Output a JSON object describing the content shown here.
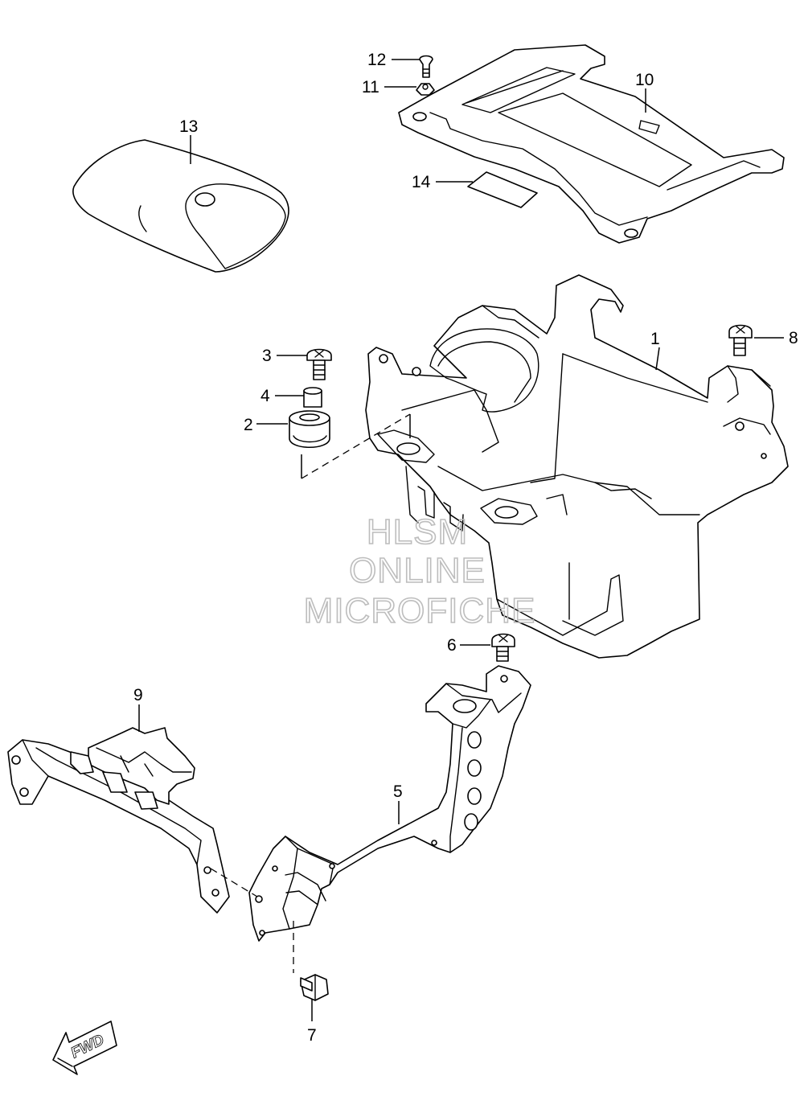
{
  "callouts": [
    {
      "id": "p1",
      "label": "1"
    },
    {
      "id": "p2",
      "label": "2"
    },
    {
      "id": "p3",
      "label": "3"
    },
    {
      "id": "p4",
      "label": "4"
    },
    {
      "id": "p5",
      "label": "5"
    },
    {
      "id": "p6",
      "label": "6"
    },
    {
      "id": "p7",
      "label": "7"
    },
    {
      "id": "p8",
      "label": "8"
    },
    {
      "id": "p9",
      "label": "9"
    },
    {
      "id": "p10",
      "label": "10"
    },
    {
      "id": "p11",
      "label": "11"
    },
    {
      "id": "p12",
      "label": "12"
    },
    {
      "id": "p13",
      "label": "13"
    },
    {
      "id": "p14",
      "label": "14"
    }
  ],
  "watermark": {
    "line1": "HLSM",
    "line2": "ONLINE",
    "line3": "MICROFICHE"
  },
  "direction_marker": {
    "label": "FWD"
  },
  "colors": {
    "ink": "#000000",
    "watermark": "#bdbdbd",
    "background": "#ffffff"
  }
}
